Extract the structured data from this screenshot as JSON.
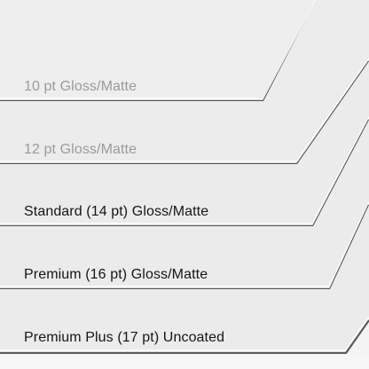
{
  "stock_options": [
    {
      "label": "10 pt Gloss/Matte",
      "style": "light",
      "color": "#9a9a9a"
    },
    {
      "label": "12 pt Gloss/Matte",
      "style": "light",
      "color": "#9a9a9a"
    },
    {
      "label": "Standard (14 pt) Gloss/Matte",
      "style": "dark",
      "color": "#151515"
    },
    {
      "label": "Premium (16 pt) Gloss/Matte",
      "style": "dark",
      "color": "#151515"
    },
    {
      "label": "Premium Plus (17 pt) Uncoated",
      "style": "dark",
      "color": "#151515"
    }
  ],
  "colors": {
    "background": "#f4f4f4",
    "sheet_face": "#ececec",
    "sheet_edge": "#5a5a5a"
  }
}
